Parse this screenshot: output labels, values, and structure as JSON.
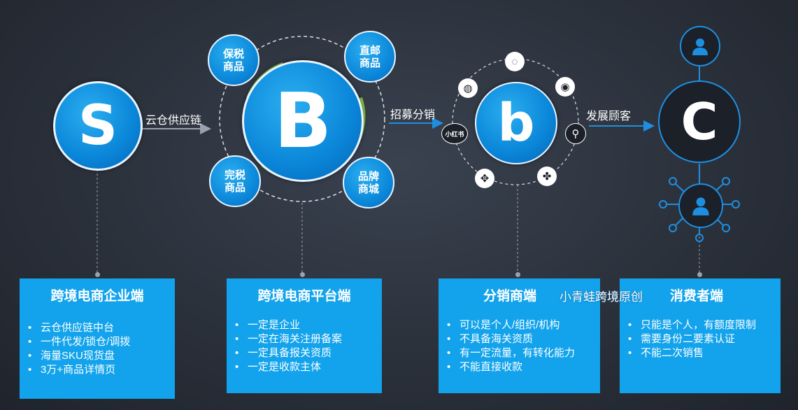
{
  "nodes": {
    "s": {
      "letter": "S"
    },
    "b": {
      "letter": "B"
    },
    "b_small": {
      "letter": "b"
    },
    "c": {
      "letter": "C"
    },
    "satellites": [
      {
        "label": "保税\n商品"
      },
      {
        "label": "直邮\n商品"
      },
      {
        "label": "完税\n商品"
      },
      {
        "label": "品牌\n商城"
      }
    ],
    "social_icons": [
      "wechat-icon",
      "weibo-icon",
      "search-icon",
      "clover-icon",
      "baidu-icon",
      "wechat-moments-icon",
      "xiaohongshu-icon"
    ],
    "xiaohongshu_label": "小红书"
  },
  "arrows": {
    "s_to_b": "云仓供应链",
    "b_to_bs": "招募分销",
    "bs_to_c": "发展顾客"
  },
  "watermark": "小青蛙跨境原创",
  "panels": [
    {
      "title": "跨境电商企业端",
      "items": [
        "云仓供应链中台",
        "一件代发/锁仓/调拨",
        "海量SKU现货盘",
        "3万+商品详情页"
      ]
    },
    {
      "title": "跨境电商平台端",
      "items": [
        "一定是企业",
        "一定在海关注册备案",
        "一定具备报关资质",
        "一定是收款主体"
      ]
    },
    {
      "title": "分销商端",
      "items": [
        "可以是个人/组织/机构",
        "不具备海关资质",
        "有一定流量，有转化能力",
        "不能直接收款"
      ]
    },
    {
      "title": "消费者端",
      "items": [
        "只能是个人，有额度限制",
        "需要身份二要素认证",
        "不能二次销售"
      ]
    }
  ],
  "colors": {
    "accent": "#12a3ec",
    "primary_blue": "#0a85d8",
    "green_arc": "#8cc63f"
  }
}
